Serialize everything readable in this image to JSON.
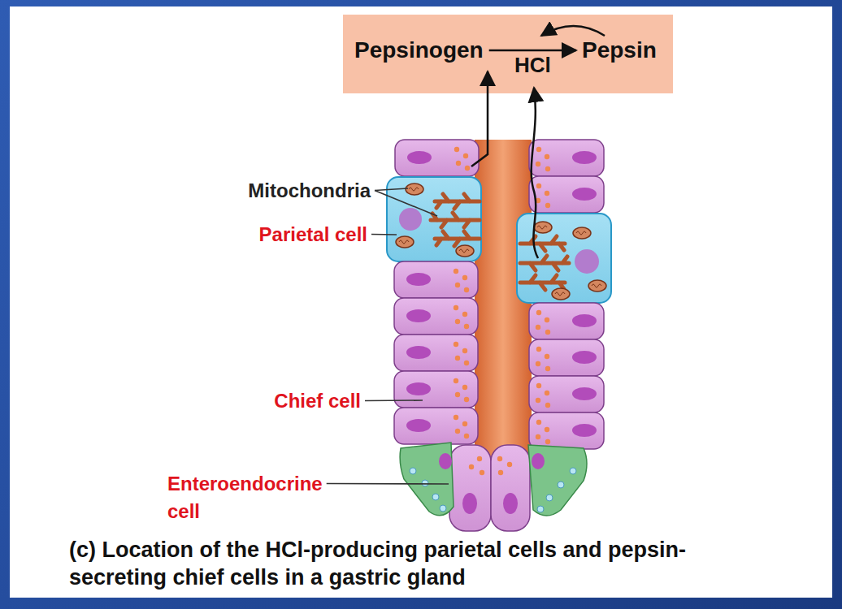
{
  "diagram": {
    "caption": "(c) Location of the HCl-producing parietal cells and pepsin-secreting chief cells in a gastric gland",
    "nodes": [
      {
        "text": [
          "Pepsinogen"
        ]
      },
      {
        "text": [
          "Pepsin"
        ]
      }
    ],
    "edges": [
      {
        "from": 0,
        "to": 1,
        "arrow": "to",
        "label": "HCl"
      }
    ],
    "labels": [
      "Mitochondria",
      "Parietal cell",
      "Chief cell",
      "Enteroendocrine cell"
    ]
  }
}
